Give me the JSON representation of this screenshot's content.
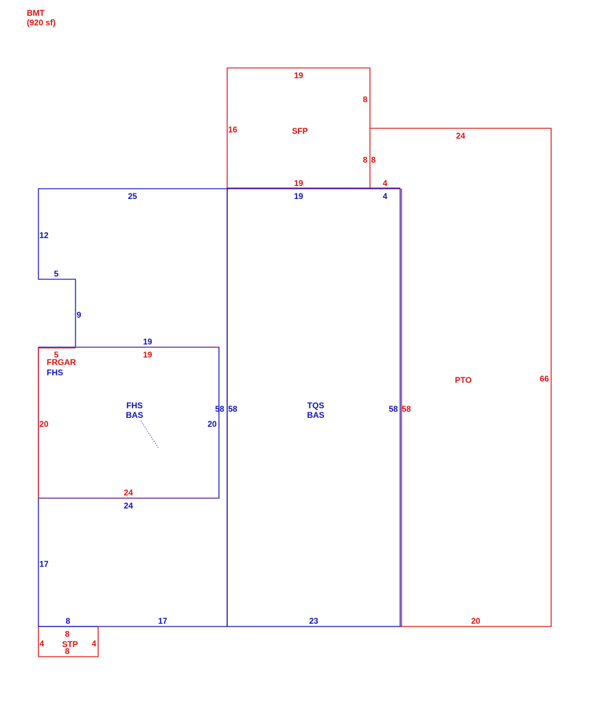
{
  "title": {
    "line1": "BMT",
    "line2": "(920 sf)"
  },
  "colors": {
    "red": "#dd1111",
    "blue": "#1111bb"
  },
  "areas": {
    "sfp": "SFP",
    "pto": "PTO",
    "frgar": "FRGAR",
    "fhs_upper": "FHS",
    "fhs_main": "FHS",
    "bas_left": "BAS",
    "tqs": "TQS",
    "bas_right": "BAS",
    "stp": "STP"
  },
  "dims": {
    "sfp_top": "19",
    "sfp_right_upper": "8",
    "sfp_left": "16",
    "sfp_right_lower": "8",
    "pto_inner_left": "8",
    "pto_top": "24",
    "sfp_bottom": "19",
    "pto_step": "4",
    "bas_left_top": "25",
    "tqs_top": "19",
    "tqs_step": "4",
    "left_upper": "12",
    "left_notch": "5",
    "notch_vertical": "9",
    "fhs_top_blue": "19",
    "frgar_notch": "5",
    "frgar_top": "19",
    "pto_right": "66",
    "fhs_inner_right": "58",
    "tqs_left": "58",
    "tqs_right": "58",
    "pto_left": "58",
    "frgar_left": "20",
    "frgar_right": "20",
    "frgar_bottom": "24",
    "fhs_bottom": "24",
    "left_lower": "17",
    "bas_bottom_short": "8",
    "bas_bottom": "17",
    "tqs_bottom": "23",
    "pto_bottom": "20",
    "stp_top": "8",
    "stp_left": "4",
    "stp_right": "4",
    "stp_bottom": "8"
  }
}
